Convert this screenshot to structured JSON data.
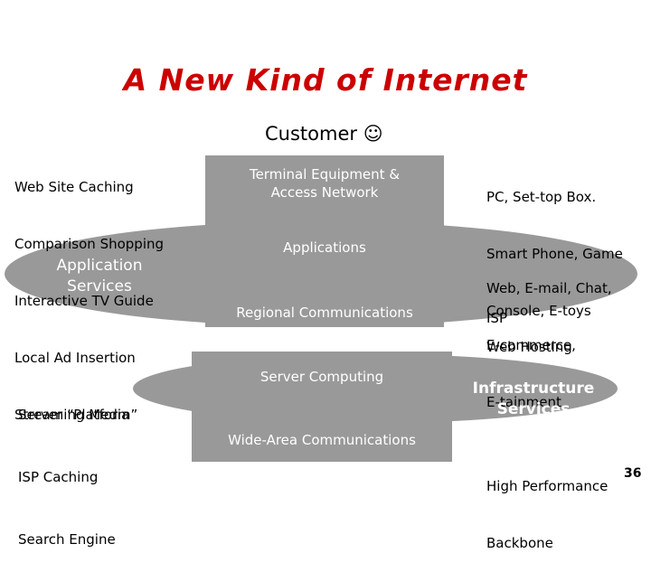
{
  "title": "A New Kind of Internet",
  "customer": {
    "label": "Customer",
    "smiley": "☺"
  },
  "left_top_list": [
    "Web Site Caching",
    "Comparison Shopping",
    "Interactive TV Guide",
    "Local Ad Insertion",
    "Streaming Media"
  ],
  "application_services": [
    "Application",
    "Services"
  ],
  "center_items": {
    "terminal": [
      "Terminal Equipment &",
      "Access Network"
    ],
    "applications": "Applications",
    "regional": "Regional Communications",
    "server_computing": "Server Computing",
    "wide_area": "Wide-Area Communications"
  },
  "right_items": {
    "devices": [
      "PC, Set-top Box.",
      "Smart Phone, Game",
      "Console, E-toys"
    ],
    "apps": [
      "Web, E-mail, Chat,",
      "E-commerce,",
      "E-tainment"
    ],
    "isp": "ISP",
    "web_hosting": "Web Hosting",
    "backbone": [
      "High Performance",
      "Backbone"
    ]
  },
  "left_bottom_list": [
    "Server “Platform”",
    "ISP Caching",
    "Search Engine"
  ],
  "infrastructure_services": [
    "Infrastructure",
    "Services"
  ],
  "page_number": "36",
  "colors": {
    "title": "#cc0000",
    "ellipse_fill": "#999999",
    "box_fill": "#999999",
    "label_white": "#ffffff"
  }
}
